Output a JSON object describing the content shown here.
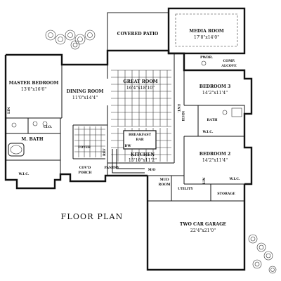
{
  "title": "FLOOR PLAN",
  "rooms": {
    "covered_patio": {
      "name": "COVERED PATIO"
    },
    "media_room": {
      "name": "MEDIA ROOM",
      "dim": "17'8\"x14'0\""
    },
    "pwdr": {
      "name": "PWDR."
    },
    "comp_alcove": {
      "name": "COMP.",
      "name2": "ALCOVE"
    },
    "master_bedroom": {
      "name": "MASTER BEDROOM",
      "dim": "13'0\"x16'6\""
    },
    "dining_room": {
      "name": "DINING ROOM",
      "dim": "11'0\"x14'4\""
    },
    "great_room": {
      "name": "GREAT ROOM",
      "dim": "16'4\"x18'10\""
    },
    "bedroom3": {
      "name": "BEDROOM 3",
      "dim": "14'2\"x11'4\""
    },
    "ent_nich": {
      "name": "ENT.",
      "name2": "NICH"
    },
    "bath": {
      "name": "BATH"
    },
    "wic_bed3": {
      "name": "W.I.C."
    },
    "lin": {
      "name": "LIN"
    },
    "clo": {
      "name": "CLO."
    },
    "m_bath": {
      "name": "M. BATH"
    },
    "foyer": {
      "name": "FOYER"
    },
    "breakfast_bar": {
      "name": "BREAKFAST",
      "name2": "BAR"
    },
    "dw": {
      "name": "DW"
    },
    "ref": {
      "name": "REF"
    },
    "kitchen": {
      "name": "KITCHEN",
      "dim": "15'10\"x11'2\""
    },
    "bedroom2": {
      "name": "BEDROOM 2",
      "dim": "14'2\"x11'4\""
    },
    "wic_master": {
      "name": "W.I.C."
    },
    "covd_porch": {
      "name": "COV'D",
      "name2": "PORCH"
    },
    "pantry": {
      "name": "PANTRY"
    },
    "mw": {
      "name": "M/O"
    },
    "mud_room": {
      "name": "MUD",
      "name2": "ROOM"
    },
    "utility": {
      "name": "UTILITY"
    },
    "lin2": {
      "name": "LIN"
    },
    "wic_bed2": {
      "name": "W.I.C."
    },
    "storage": {
      "name": "STORAGE"
    },
    "garage": {
      "name": "TWO CAR GARAGE",
      "dim": "22'4\"x21'0\""
    }
  }
}
